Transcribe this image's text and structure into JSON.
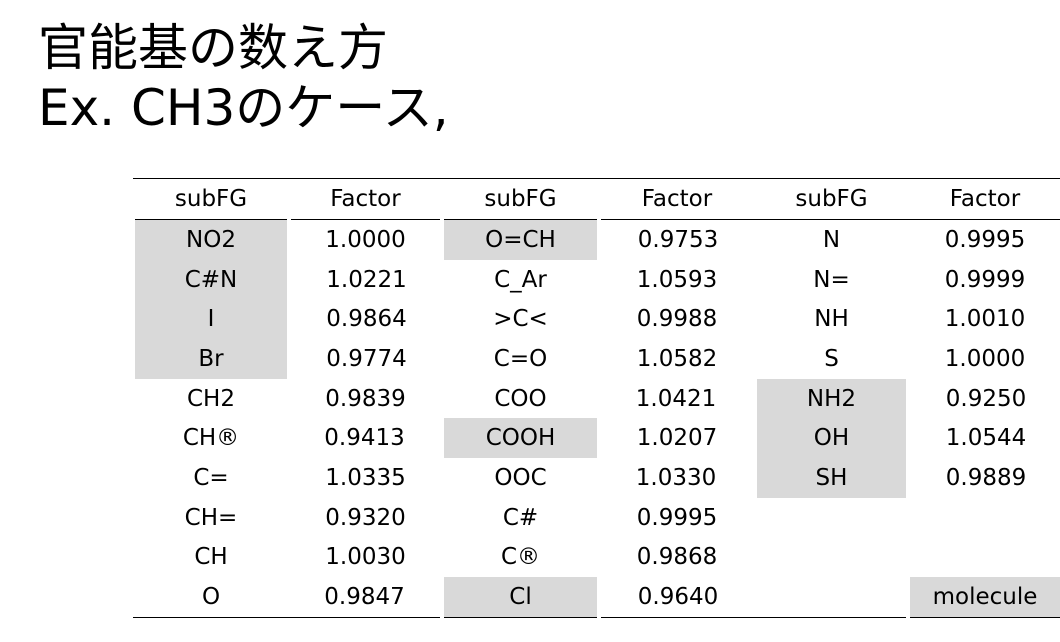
{
  "title": {
    "line1": "官能基の数え方",
    "line2": "Ex. CH3のケース,"
  },
  "colors": {
    "shaded": "#d9d9d9",
    "rule": "#000000",
    "text": "#000000"
  },
  "table": {
    "headers": [
      "subFG",
      "Factor",
      "subFG",
      "Factor",
      "subFG",
      "Factor"
    ],
    "rows": [
      [
        {
          "v": "NO2",
          "s": true
        },
        {
          "v": "1.0000"
        },
        {
          "v": "O=CH",
          "s": true
        },
        {
          "v": "0.9753"
        },
        {
          "v": "N"
        },
        {
          "v": "0.9995"
        }
      ],
      [
        {
          "v": "C#N",
          "s": true
        },
        {
          "v": "1.0221"
        },
        {
          "v": "C_Ar"
        },
        {
          "v": "1.0593"
        },
        {
          "v": "N="
        },
        {
          "v": "0.9999"
        }
      ],
      [
        {
          "v": "I",
          "s": true
        },
        {
          "v": "0.9864"
        },
        {
          "v": ">C<"
        },
        {
          "v": "0.9988"
        },
        {
          "v": "NH"
        },
        {
          "v": "1.0010"
        }
      ],
      [
        {
          "v": "Br",
          "s": true
        },
        {
          "v": "0.9774"
        },
        {
          "v": "C=O"
        },
        {
          "v": "1.0582"
        },
        {
          "v": "S"
        },
        {
          "v": "1.0000"
        }
      ],
      [
        {
          "v": "CH2"
        },
        {
          "v": "0.9839"
        },
        {
          "v": "COO"
        },
        {
          "v": "1.0421"
        },
        {
          "v": "NH2",
          "s": true
        },
        {
          "v": "0.9250"
        }
      ],
      [
        {
          "v": "CH®"
        },
        {
          "v": "0.9413"
        },
        {
          "v": "COOH",
          "s": true
        },
        {
          "v": "1.0207"
        },
        {
          "v": "OH",
          "s": true
        },
        {
          "v": "1.0544"
        }
      ],
      [
        {
          "v": "C="
        },
        {
          "v": "1.0335"
        },
        {
          "v": "OOC"
        },
        {
          "v": "1.0330"
        },
        {
          "v": "SH",
          "s": true
        },
        {
          "v": "0.9889"
        }
      ],
      [
        {
          "v": "CH="
        },
        {
          "v": "0.9320"
        },
        {
          "v": "C#"
        },
        {
          "v": "0.9995"
        },
        {
          "v": ""
        },
        {
          "v": ""
        }
      ],
      [
        {
          "v": "CH"
        },
        {
          "v": "1.0030"
        },
        {
          "v": "C®"
        },
        {
          "v": "0.9868"
        },
        {
          "v": ""
        },
        {
          "v": ""
        }
      ],
      [
        {
          "v": "O"
        },
        {
          "v": "0.9847"
        },
        {
          "v": "Cl",
          "s": true
        },
        {
          "v": "0.9640"
        },
        {
          "v": ""
        },
        {
          "v": "molecule",
          "s": true
        }
      ]
    ]
  }
}
